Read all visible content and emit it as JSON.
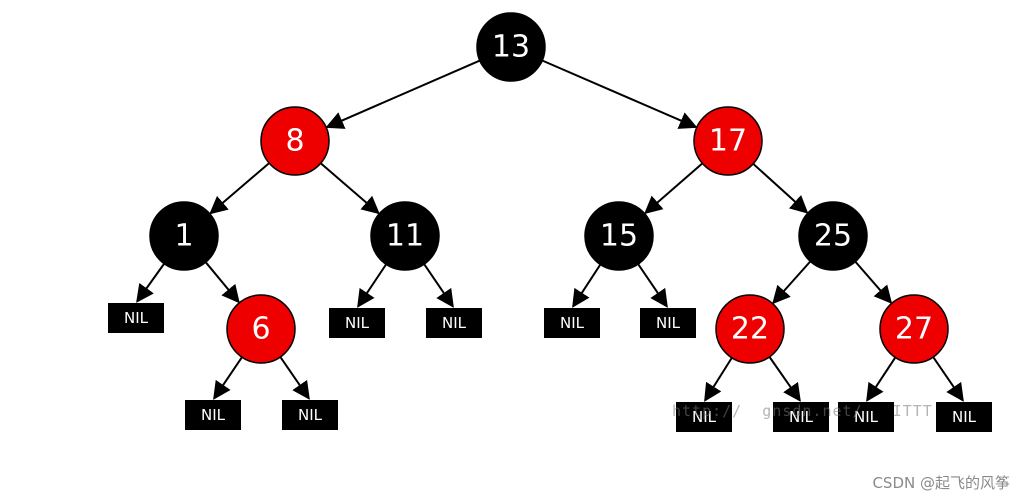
{
  "colors": {
    "black_node": "#000000",
    "red_node": "#ee0000",
    "edge": "#000000",
    "label": "#ffffff"
  },
  "tree": {
    "nodes": [
      {
        "id": "n13",
        "label": "13",
        "color": "black"
      },
      {
        "id": "n8",
        "label": "8",
        "color": "red"
      },
      {
        "id": "n17",
        "label": "17",
        "color": "red"
      },
      {
        "id": "n1",
        "label": "1",
        "color": "black"
      },
      {
        "id": "n11",
        "label": "11",
        "color": "black"
      },
      {
        "id": "n15",
        "label": "15",
        "color": "black"
      },
      {
        "id": "n25",
        "label": "25",
        "color": "black"
      },
      {
        "id": "n6",
        "label": "6",
        "color": "red"
      },
      {
        "id": "n22",
        "label": "22",
        "color": "red"
      },
      {
        "id": "n27",
        "label": "27",
        "color": "red"
      }
    ],
    "nil_label": "NIL",
    "nil_count": 11
  },
  "watermark": {
    "url_text": "http://  gnsdn.net/   ITTT",
    "credit": "CSDN @起飞的风筝"
  }
}
